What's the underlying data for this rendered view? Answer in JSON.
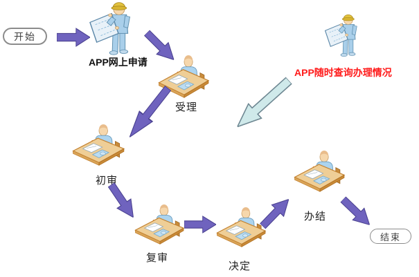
{
  "diagram": {
    "title_hint": "APP online application process flow",
    "start_label": "开始",
    "end_label": "结束",
    "steps": [
      {
        "id": "apply",
        "label": "APP网上申请",
        "figure": "worker-reading-blueprint"
      },
      {
        "id": "accept",
        "label": "受理",
        "figure": "clerk-at-desk"
      },
      {
        "id": "first-review",
        "label": "初审",
        "figure": "clerk-at-desk"
      },
      {
        "id": "second-review",
        "label": "复审",
        "figure": "clerk-at-desk"
      },
      {
        "id": "decision",
        "label": "决定",
        "figure": "clerk-at-desk"
      },
      {
        "id": "complete",
        "label": "办结",
        "figure": "clerk-at-desk"
      }
    ],
    "note": {
      "label": "APP随时查询办理情况",
      "figure": "worker-reading-blueprint",
      "text_color": "#ff1a1a"
    },
    "colors": {
      "flow_arrow_fill": "#6f63be",
      "flow_arrow_stroke": "#4a4190",
      "query_arrow_fill": "#cfe9ea",
      "query_arrow_stroke": "#6e8792",
      "terminal_border": "#8c8c8c"
    }
  }
}
